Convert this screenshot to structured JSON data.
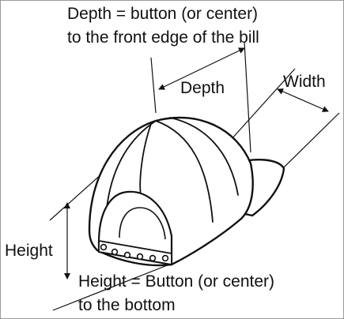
{
  "diagram": {
    "depth_definition": {
      "line1": "Depth = button (or center)",
      "line2": "to the front edge of the bill"
    },
    "labels": {
      "depth": "Depth",
      "width": "Width",
      "height": "Height"
    },
    "height_definition": {
      "line1": "Height = Button (or center)",
      "line2": "to the bottom"
    }
  }
}
